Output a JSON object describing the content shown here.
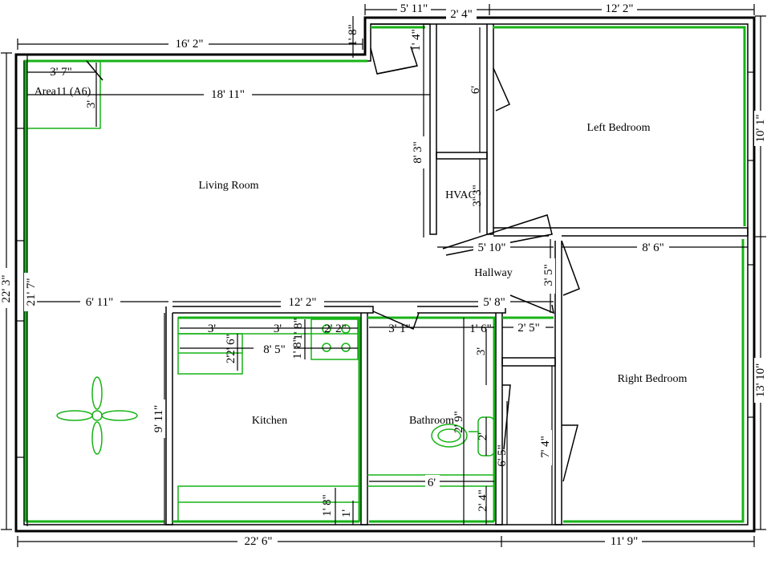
{
  "rooms": {
    "living_room": "Living Room",
    "left_bedroom": "Left Bedroom",
    "right_bedroom": "Right Bedroom",
    "hallway": "Hallway",
    "kitchen": "Kitchen",
    "bathroom": "Bathroom",
    "hvac": "HVAC",
    "area11": "Area11 (A6)"
  },
  "dimensions": {
    "top_5_11": "5' 11\"",
    "top_12_2": "12' 2\"",
    "top_2_4": "2' 4\"",
    "top_16_2": "16' 2\"",
    "top_1_8": "1' 8\"",
    "top_1_4": "1' 4\"",
    "left_22_3": "22' 3\"",
    "left_21_7": "21' 7\"",
    "right_10_1": "10' 1\"",
    "right_13_10": "13' 10\"",
    "bottom_22_6": "22' 6\"",
    "bottom_11_9": "11' 9\"",
    "area_3_7": "3' 7\"",
    "area_3": "3'",
    "living_18_11": "18' 11\"",
    "closet_6": "6'",
    "closet_8_3": "8' 3\"",
    "hvac_3_3": "3' 3\"",
    "hall_5_10": "5' 10\"",
    "hall_8_6": "8' 6\"",
    "hall_3_5": "3' 5\"",
    "living_6_11": "6' 11\"",
    "kitchen_12_2": "12' 2\"",
    "hall_5_8": "5' 8\"",
    "k_3a": "3'",
    "k_3b": "3'",
    "k_1_8a": "1' 8\"",
    "k_2_2": "2' 2\"",
    "k_2_6": "2' 6\"",
    "k_8_5": "8' 5\"",
    "k_1_8b": "1' 8\"",
    "k_2": "2'",
    "k_9_11": "9' 11\"",
    "k_1_8c": "1' 8\"",
    "k_1": "1'",
    "b_3_1": "3' 1\"",
    "b_1_6": "1' 6\"",
    "b_2_5": "2' 5\"",
    "b_3": "3'",
    "b_2_9": "2' 9\"",
    "b_2": "2'",
    "b_6": "6'",
    "b_2_4": "2' 4\"",
    "b_6_5": "6' 5\"",
    "b_7_4": "7' 4\""
  }
}
